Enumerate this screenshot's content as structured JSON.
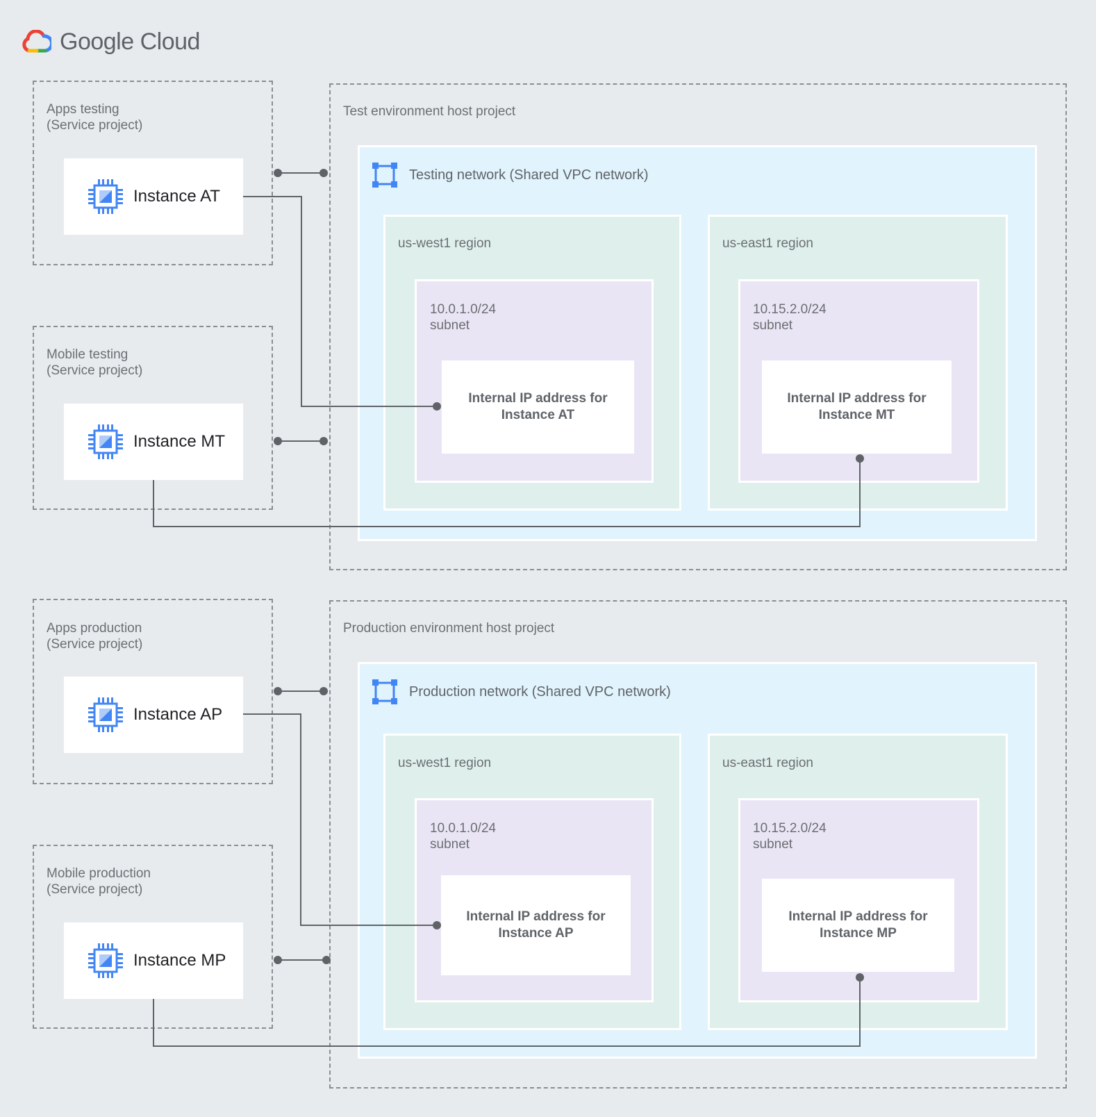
{
  "brand": {
    "logo_text": "Google Cloud"
  },
  "test": {
    "host_project": "Test environment host project",
    "network": "Testing network (Shared VPC network)",
    "service_projects": [
      {
        "name": "Apps testing",
        "sub": "(Service project)",
        "instance": "Instance AT"
      },
      {
        "name": "Mobile testing",
        "sub": "(Service project)",
        "instance": "Instance MT"
      }
    ],
    "regions": [
      {
        "name": "us-west1 region",
        "subnet_cidr": "10.0.1.0/24",
        "subnet_label": "subnet",
        "ip_line1": "Internal IP address for",
        "ip_line2": "Instance AT"
      },
      {
        "name": "us-east1 region",
        "subnet_cidr": "10.15.2.0/24",
        "subnet_label": "subnet",
        "ip_line1": "Internal IP address for",
        "ip_line2": "Instance MT"
      }
    ]
  },
  "prod": {
    "host_project": "Production environment host project",
    "network": "Production network (Shared VPC network)",
    "service_projects": [
      {
        "name": "Apps production",
        "sub": "(Service project)",
        "instance": "Instance AP"
      },
      {
        "name": "Mobile production",
        "sub": "(Service project)",
        "instance": "Instance MP"
      }
    ],
    "regions": [
      {
        "name": "us-west1 region",
        "subnet_cidr": "10.0.1.0/24",
        "subnet_label": "subnet",
        "ip_line1": "Internal IP address for",
        "ip_line2": "Instance AP"
      },
      {
        "name": "us-east1 region",
        "subnet_cidr": "10.15.2.0/24",
        "subnet_label": "subnet",
        "ip_line1": "Internal IP address for",
        "ip_line2": "Instance MP"
      }
    ]
  },
  "icons": {
    "instance": "compute-chip-icon",
    "vpc": "vpc-network-icon",
    "logo": "google-cloud-logo-icon"
  },
  "colors": {
    "background": "#e8ebee",
    "vpc": "#e1f3fc",
    "region": "#dff0ec",
    "subnet": "#eae5f5",
    "connector": "#5f6368",
    "chip": "#4285f4"
  }
}
